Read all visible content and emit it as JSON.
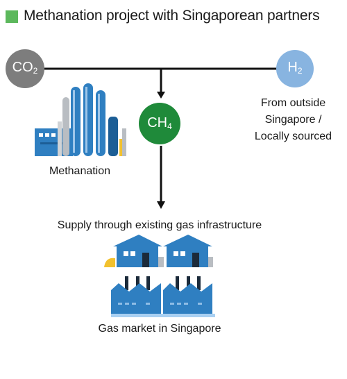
{
  "title": "Methanation project with Singaporean partners",
  "nodes": {
    "co2": "CO",
    "co2_sub": "2",
    "h2": "H",
    "h2_sub": "2",
    "ch4": "CH",
    "ch4_sub": "4"
  },
  "labels": {
    "h2_source_line1": "From outside",
    "h2_source_line2": "Singapore /",
    "h2_source_line3": "Locally sourced",
    "methanation": "Methanation",
    "supply": "Supply through existing gas infrastructure",
    "market": "Gas market in Singapore"
  },
  "colors": {
    "accent_green": "#5cb85c",
    "co2_gray": "#7d7d7d",
    "h2_blue": "#88b4e0",
    "ch4_green": "#1f8a3a",
    "building_blue": "#2f7fc1",
    "accent_yellow": "#f2c12e"
  }
}
